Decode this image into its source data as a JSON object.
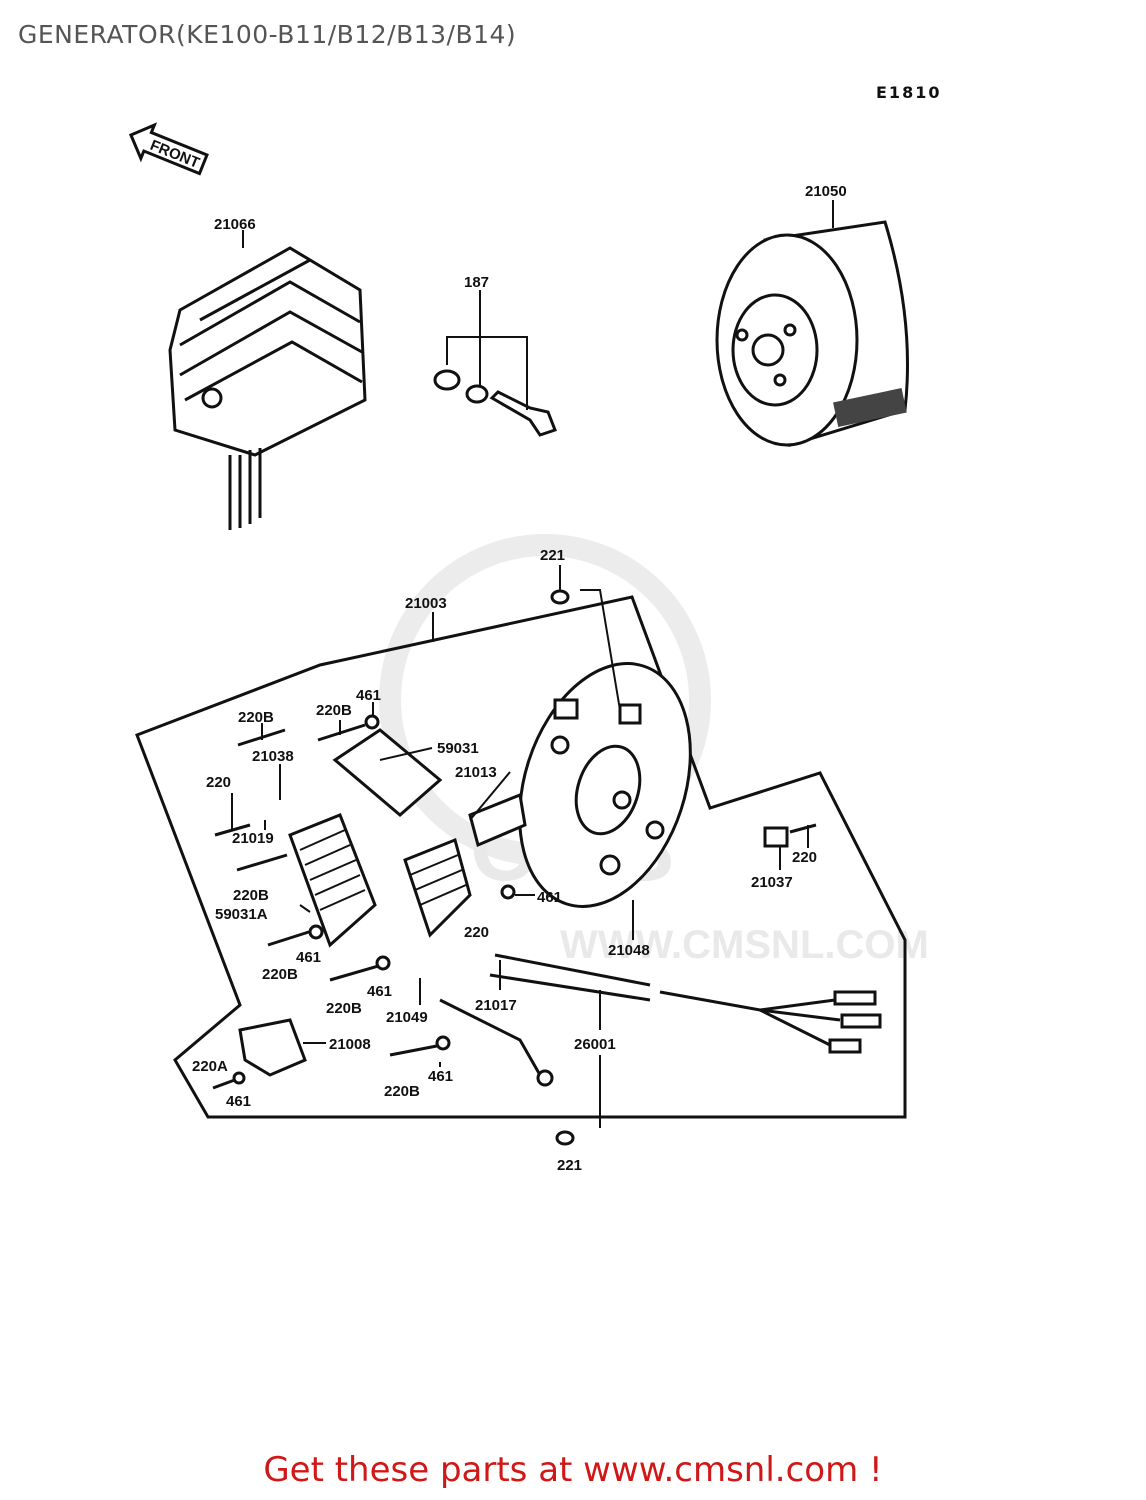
{
  "title": "GENERATOR(KE100-B11/B12/B13/B14)",
  "ref_code": "E1810",
  "front_label": "FRONT",
  "watermark": {
    "site": "WWW.CMSNL.COM",
    "short": "CMS"
  },
  "parts": [
    {
      "id": "p21066",
      "label": "21066"
    },
    {
      "id": "p187",
      "label": "187"
    },
    {
      "id": "p21050",
      "label": "21050"
    },
    {
      "id": "p221a",
      "label": "221"
    },
    {
      "id": "p21003",
      "label": "21003"
    },
    {
      "id": "p220B_1",
      "label": "220B"
    },
    {
      "id": "p220B_2",
      "label": "220B"
    },
    {
      "id": "p461_1",
      "label": "461"
    },
    {
      "id": "p21038",
      "label": "21038"
    },
    {
      "id": "p59031",
      "label": "59031"
    },
    {
      "id": "p21013",
      "label": "21013"
    },
    {
      "id": "p220_1",
      "label": "220"
    },
    {
      "id": "p21019",
      "label": "21019"
    },
    {
      "id": "p220_2",
      "label": "220"
    },
    {
      "id": "p220B_3",
      "label": "220B"
    },
    {
      "id": "p21037",
      "label": "21037"
    },
    {
      "id": "p59031A",
      "label": "59031A"
    },
    {
      "id": "p461_2",
      "label": "461"
    },
    {
      "id": "p220_3",
      "label": "220"
    },
    {
      "id": "p21048",
      "label": "21048"
    },
    {
      "id": "p461_3",
      "label": "461"
    },
    {
      "id": "p220B_4",
      "label": "220B"
    },
    {
      "id": "p461_4",
      "label": "461"
    },
    {
      "id": "p21017",
      "label": "21017"
    },
    {
      "id": "p220B_5",
      "label": "220B"
    },
    {
      "id": "p21049",
      "label": "21049"
    },
    {
      "id": "p26001",
      "label": "26001"
    },
    {
      "id": "p21008",
      "label": "21008"
    },
    {
      "id": "p220A",
      "label": "220A"
    },
    {
      "id": "p461_5",
      "label": "461"
    },
    {
      "id": "p461_6",
      "label": "461"
    },
    {
      "id": "p220B_6",
      "label": "220B"
    },
    {
      "id": "p221b",
      "label": "221"
    }
  ],
  "footer": "Get these parts at www.cmsnl.com !"
}
